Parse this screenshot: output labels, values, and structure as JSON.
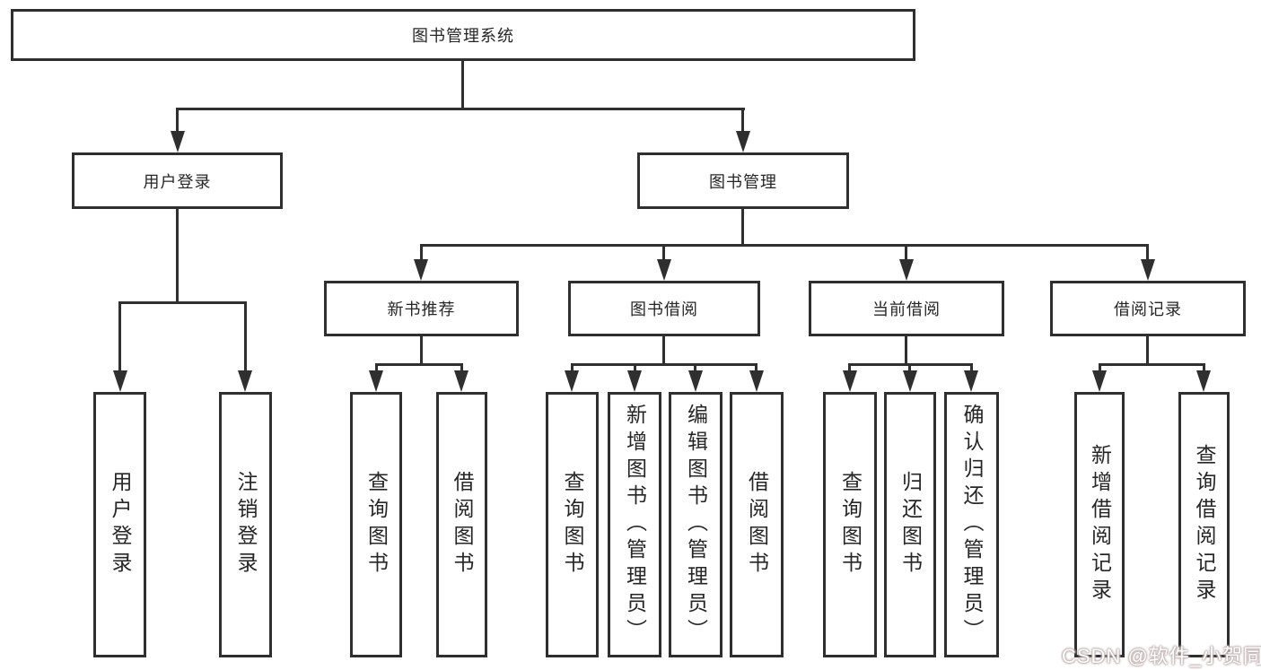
{
  "colors": {
    "line": "#2f2f2f",
    "background": "#ffffff"
  },
  "tree": {
    "root": "图书管理系统",
    "children": [
      {
        "label": "用户登录",
        "children": [
          {
            "label": "用户登录"
          },
          {
            "label": "注销登录"
          }
        ]
      },
      {
        "label": "图书管理",
        "children": [
          {
            "label": "新书推荐",
            "children": [
              {
                "label": "查询图书"
              },
              {
                "label": "借阅图书"
              }
            ]
          },
          {
            "label": "图书借阅",
            "children": [
              {
                "label": "查询图书"
              },
              {
                "label": "新增图书（管理员）"
              },
              {
                "label": "编辑图书（管理员）"
              },
              {
                "label": "借阅图书"
              }
            ]
          },
          {
            "label": "当前借阅",
            "children": [
              {
                "label": "查询图书"
              },
              {
                "label": "归还图书"
              },
              {
                "label": "确认归还（管理员）"
              }
            ]
          },
          {
            "label": "借阅记录",
            "children": [
              {
                "label": "新增借阅记录"
              },
              {
                "label": "查询借阅记录"
              }
            ]
          }
        ]
      }
    ]
  },
  "watermark": {
    "text": "CSDN @软件_小贺同学"
  }
}
